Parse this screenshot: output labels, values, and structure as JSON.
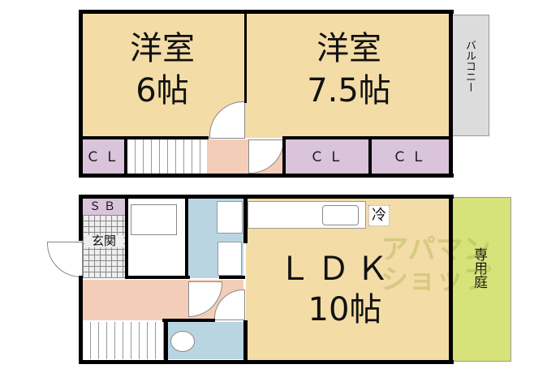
{
  "upper_floor": {
    "room_western_1": {
      "name": "洋室",
      "size": "6帖"
    },
    "room_western_2": {
      "name": "洋室",
      "size": "7.5帖"
    },
    "balcony": "バルコニー",
    "closets": [
      "ＣＬ",
      "ＣＬ",
      "ＣＬ"
    ]
  },
  "lower_floor": {
    "shoe_box": "ＳＢ",
    "entrance": "玄関",
    "ldk": {
      "name": "ＬＤＫ",
      "size": "10帖"
    },
    "fridge": "冷",
    "private_garden": "専用庭"
  },
  "watermark": "アパマンショップ",
  "colors": {
    "room": "#f3dca6",
    "hall": "#f4cdb8",
    "closet": "#d9c4dc",
    "wet": "#b9d5e2",
    "garden": "#d6e27a"
  }
}
